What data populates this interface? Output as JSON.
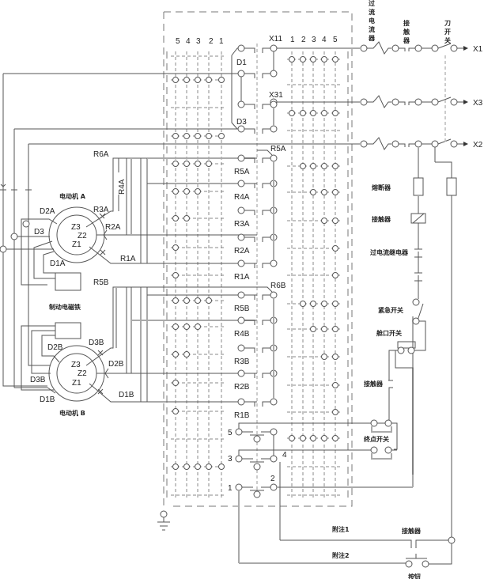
{
  "diagram": {
    "title": "Crane dual-motor control circuit",
    "controller_columns_left": [
      "5",
      "4",
      "3",
      "2",
      "1"
    ],
    "controller_columns_right": [
      "1",
      "2",
      "3",
      "4",
      "5"
    ],
    "terminals": {
      "x1": "X1",
      "x2": "X2",
      "x3": "X3",
      "x11": "X11",
      "x31": "X31",
      "d1": "D1",
      "d3": "D3"
    },
    "top_labels": {
      "overcurrent_relay": "过流电流器",
      "contactor": "接触器",
      "knife_switch": "刀开关"
    },
    "motor_a": {
      "label": "电动机 A",
      "windings": [
        "Z3",
        "Z2",
        "Z1"
      ],
      "stator_leads": [
        "D2A",
        "D3",
        "D1A"
      ],
      "rotor_leads": [
        "R3A",
        "R2A",
        "R1A"
      ],
      "r6a": "R6A",
      "r4a": "R4A"
    },
    "motor_b": {
      "label": "电动机 B",
      "windings": [
        "Z3",
        "Z2",
        "Z1"
      ],
      "stator_leads": [
        "D2B",
        "D3B",
        "D1B"
      ],
      "rotor_leads": [
        "D3B",
        "D2B",
        "D1B"
      ]
    },
    "brake_label": "制动电磁铁",
    "resistor_rows_a": [
      "R5A",
      "R4A",
      "R3A",
      "R2A",
      "R1A"
    ],
    "resistor_rows_b": [
      "R5B",
      "R4B",
      "R3B",
      "R2B",
      "R1B"
    ],
    "common_a": "R5A",
    "common_b": "R6B",
    "left_r5b": "R5B",
    "right_panel": {
      "fuse": "熔断器",
      "contactor_coil": "接触器",
      "overcurrent_relay": "过电流继电器",
      "emergency_switch": "紧急开关",
      "hatch_switch": "舱口开关",
      "contactor_aux": "接触器",
      "limit_switch": "终点开关",
      "contactor_bottom": "接触器",
      "button": "按钮"
    },
    "interlock_numbers": [
      "5",
      "4",
      "3",
      "2",
      "1"
    ],
    "notes": [
      "附注1",
      "附注2"
    ]
  }
}
